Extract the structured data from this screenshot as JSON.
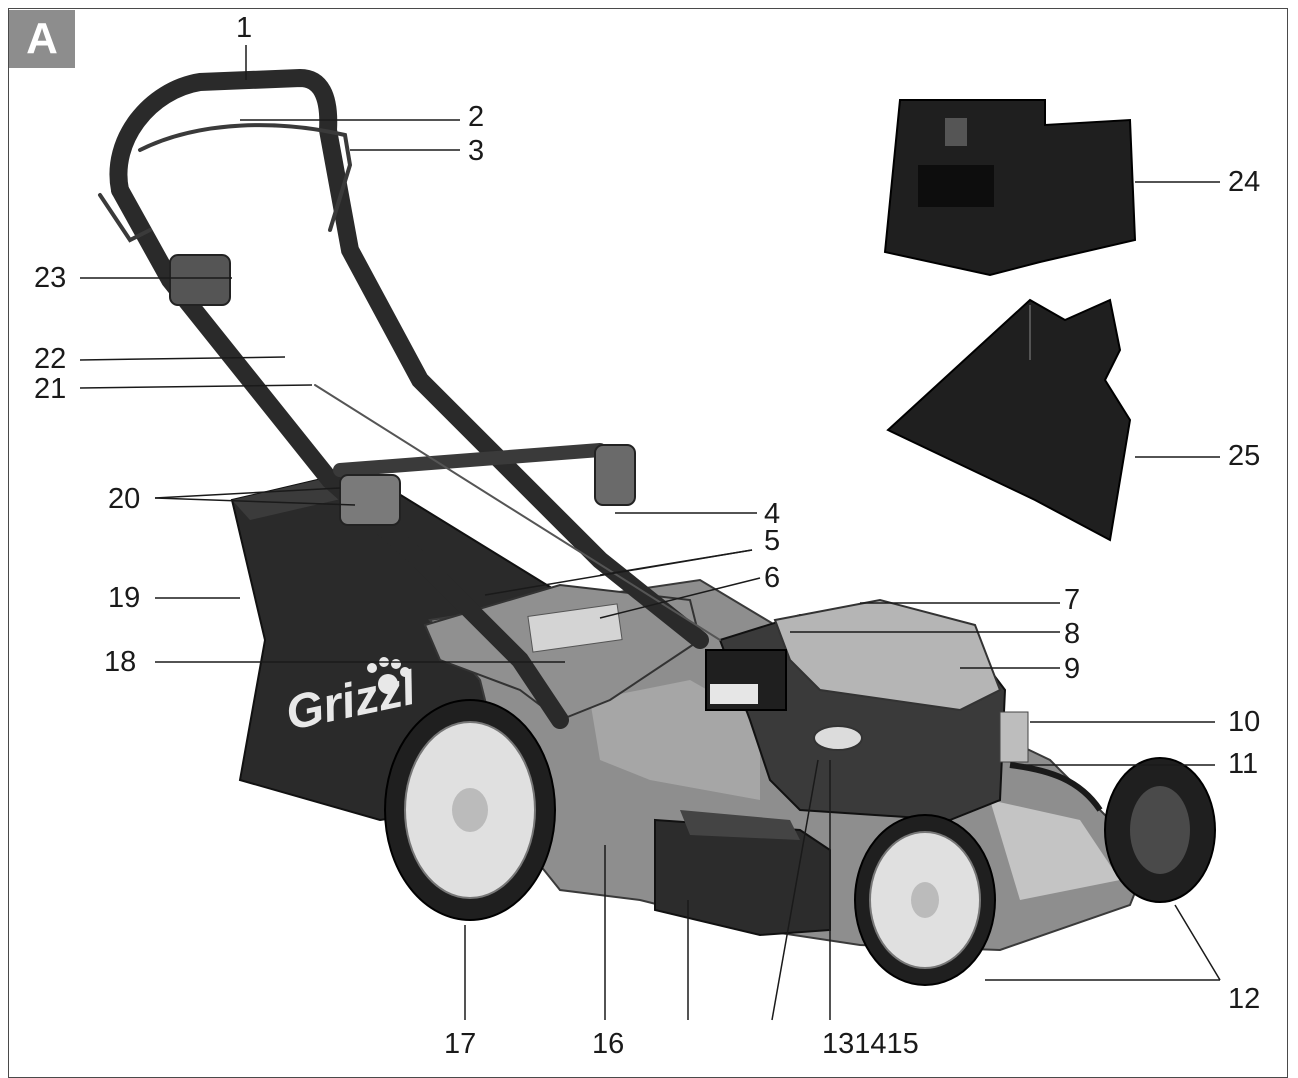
{
  "figure": {
    "letter": "A",
    "brand_text": "Grizzl"
  },
  "callouts": [
    "1",
    "2",
    "3",
    "4",
    "5",
    "6",
    "7",
    "8",
    "9",
    "10",
    "11",
    "12",
    "131415",
    "16",
    "17",
    "18",
    "19",
    "20",
    "21",
    "22",
    "23",
    "24",
    "25"
  ]
}
